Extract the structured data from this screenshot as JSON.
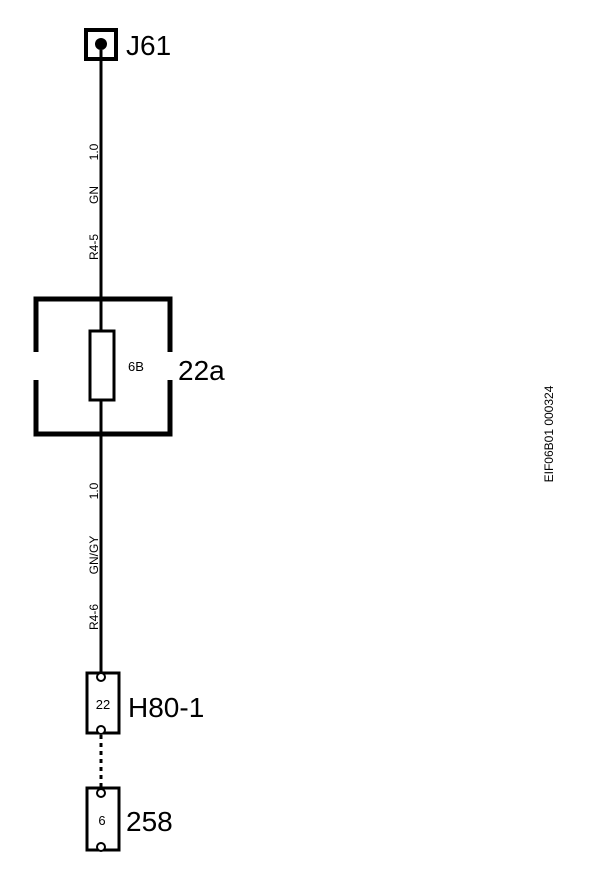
{
  "connectors": {
    "top": {
      "label": "J61"
    },
    "middle": {
      "label": "H80-1",
      "pin": "22"
    },
    "bottom": {
      "label": "258",
      "pin": "6"
    }
  },
  "fuse_box": {
    "label": "22a",
    "fuse": "6B"
  },
  "wires": {
    "upper": {
      "size": "1.0",
      "color": "GN",
      "id": "R4-5"
    },
    "lower": {
      "size": "1.0",
      "color": "GN/GY",
      "id": "R4-6"
    }
  },
  "figure_id": "EIF06B01 000324"
}
